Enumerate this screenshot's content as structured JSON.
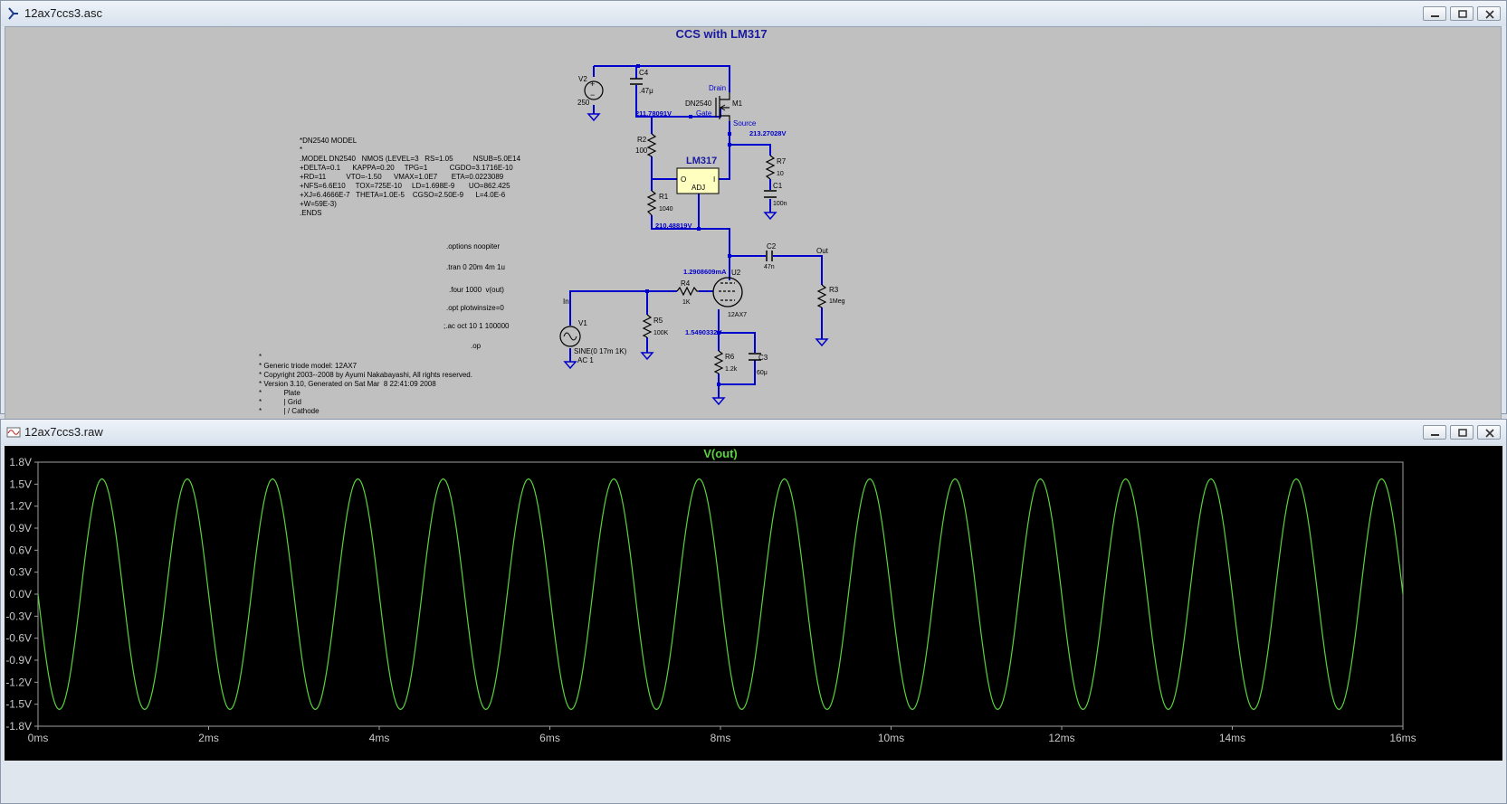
{
  "schematic_window": {
    "title": "12ax7ccs3.asc",
    "heading": "CCS with LM317",
    "model_text": [
      "*DN2540 MODEL",
      "*",
      ".MODEL DN2540   NMOS (LEVEL=3   RS=1.05          NSUB=5.0E14",
      "+DELTA=0.1      KAPPA=0.20     TPG=1           CGDO=3.1716E-10",
      "+RD=11          VTO=-1.50      VMAX=1.0E7       ETA=0.0223089",
      "+NFS=6.6E10     TOX=725E-10     LD=1.698E-9       UO=862.425",
      "+XJ=6.4666E-7   THETA=1.0E-5    CGSO=2.50E-9      L=4.0E-6",
      "+W=59E-3)",
      ".ENDS"
    ],
    "directives": [
      ".options noopiter",
      ".tran 0 20m 4m 1u",
      ".four 1000  v(out)",
      ".opt plotwinsize=0",
      ";.ac oct 10 1 100000",
      ".op"
    ],
    "triode_comment": [
      "*",
      "* Generic triode model: 12AX7",
      "* Copyright 2003--2008 by Ayumi Nakabayashi, All rights reserved.",
      "* Version 3.10, Generated on Sat Mar  8 22:41:09 2008",
      "*           Plate",
      "*           | Grid",
      "*           | / Cathode"
    ],
    "components": {
      "v2": "V2",
      "v2_val": "250",
      "c4": "C4",
      "c4_val": ".47μ",
      "m1": "M1",
      "m1_model": "DN2540",
      "drain": "Drain",
      "gate": "Gate",
      "source": "Source",
      "r2": "R2",
      "r2_val": "100",
      "r1": "R1",
      "r1_val": "1040",
      "lm317": "LM317",
      "lm_o": "O",
      "lm_i": "I",
      "lm_adj": "ADJ",
      "r7": "R7",
      "r7_val": "10",
      "c1": "C1",
      "c1_val": "100n",
      "c2": "C2",
      "c2_val": "47n",
      "out": "Out",
      "r3": "R3",
      "r3_val": "1Meg",
      "u2": "U2",
      "u2_model": "12AX7",
      "r4": "R4",
      "r4_val": "1K",
      "in": "In",
      "r5": "R5",
      "r5_val": "100K",
      "v1": "V1",
      "v1_val1": "SINE(0 17m 1K)",
      "v1_val2": "AC 1",
      "r6": "R6",
      "r6_val": "1.2k",
      "c3": "C3",
      "c3_val": "60μ"
    },
    "op_labels": {
      "gate_v": "211.78091V",
      "source_v": "213.27028V",
      "adj_v": "210.48819V",
      "plate_i": "1.2908609mA",
      "cathode_v": "1.5490332V"
    }
  },
  "waveform_window": {
    "title": "12ax7ccs3.raw"
  },
  "colors": {
    "wire": "#0000cc",
    "trace": "#5ad33c",
    "grid_text": "#c8c8c8",
    "canvas_bg": "#c0c0c0"
  },
  "chart_data": {
    "type": "line",
    "title": "V(out)",
    "series": [
      {
        "name": "V(out)",
        "amplitude": 1.57,
        "frequency_hz": 1000,
        "phase": "starts at 0 V going negative"
      }
    ],
    "x": {
      "unit": "ms",
      "range": [
        0,
        16
      ],
      "ticks": [
        "0ms",
        "2ms",
        "4ms",
        "6ms",
        "8ms",
        "10ms",
        "12ms",
        "14ms",
        "16ms"
      ]
    },
    "y": {
      "unit": "V",
      "range": [
        -1.8,
        1.8
      ],
      "ticks": [
        "1.8V",
        "1.5V",
        "1.2V",
        "0.9V",
        "0.6V",
        "0.3V",
        "0.0V",
        "-0.3V",
        "-0.6V",
        "-0.9V",
        "-1.2V",
        "-1.5V",
        "-1.8V"
      ]
    },
    "grid": false
  }
}
